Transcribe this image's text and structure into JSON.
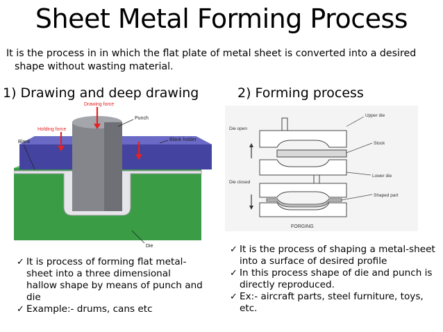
{
  "title": "Sheet Metal Forming Process",
  "intro": {
    "line1": "It is  the process in in which the flat plate of metal sheet is converted into a desired",
    "line2": "shape without wasting material."
  },
  "left": {
    "heading": "1) Drawing and deep drawing",
    "figure": {
      "labels": {
        "drawing_force": "Drawing force",
        "punch": "Punch",
        "holding_force": "Holding force",
        "blank": "Blank",
        "blank_holder": "Blank holder",
        "die": "Die"
      },
      "colors": {
        "blank_holder": "#4a4aa8",
        "die": "#3fa84a",
        "punch": "#8a8c90",
        "arrow": "#e32222"
      }
    },
    "bullets": [
      "It is process of forming flat metal-sheet into a three dimensional hallow shape by means of punch and die",
      "Example:- drums, cans etc"
    ]
  },
  "right": {
    "heading": "2) Forming process",
    "figure": {
      "labels": {
        "die_open": "Die open",
        "die_closed": "Die closed",
        "upper_die": "Upper die",
        "stock": "Stock",
        "lower_die": "Lower die",
        "shaped_part": "Shaped part",
        "caption": "FORGING"
      }
    },
    "bullets": [
      "It is the process of shaping a metal-sheet into a surface of desired profile",
      "In this process shape of die and punch is directly reproduced.",
      "Ex:- aircraft parts, steel furniture, toys, etc."
    ]
  }
}
